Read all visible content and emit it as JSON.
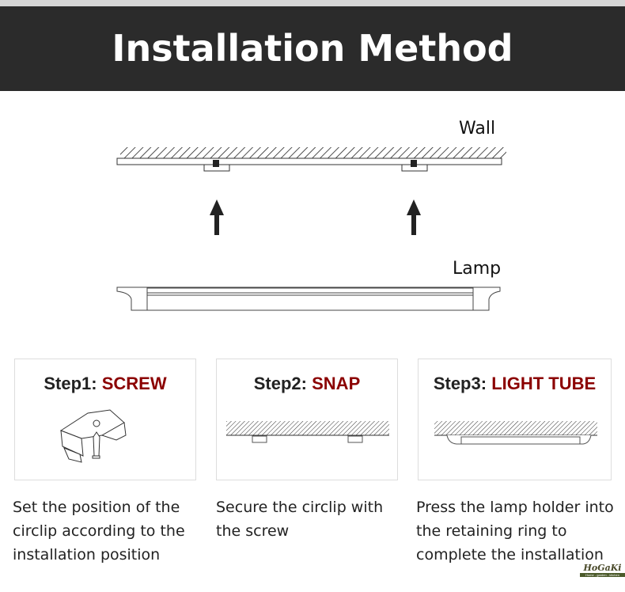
{
  "title": "Installation Method",
  "diagram": {
    "wall_label": "Wall",
    "lamp_label": "Lamp"
  },
  "steps": [
    {
      "number": "Step1:",
      "keyword": "SCREW",
      "description": [
        "Set the position of the",
        "circlip according to the",
        "installation position"
      ]
    },
    {
      "number": "Step2:",
      "keyword": "SNAP",
      "description": [
        "Secure the circlip with",
        "the screw"
      ]
    },
    {
      "number": "Step3:",
      "keyword": "LIGHT TUBE",
      "description": [
        "Press the lamp holder into",
        "the retaining ring to",
        "complete the installation"
      ]
    }
  ],
  "logo": {
    "name": "HoGaKi",
    "tagline": "Home - garden - kitchen"
  },
  "colors": {
    "banner": "#2b2b2b",
    "accent": "#8b0000"
  }
}
